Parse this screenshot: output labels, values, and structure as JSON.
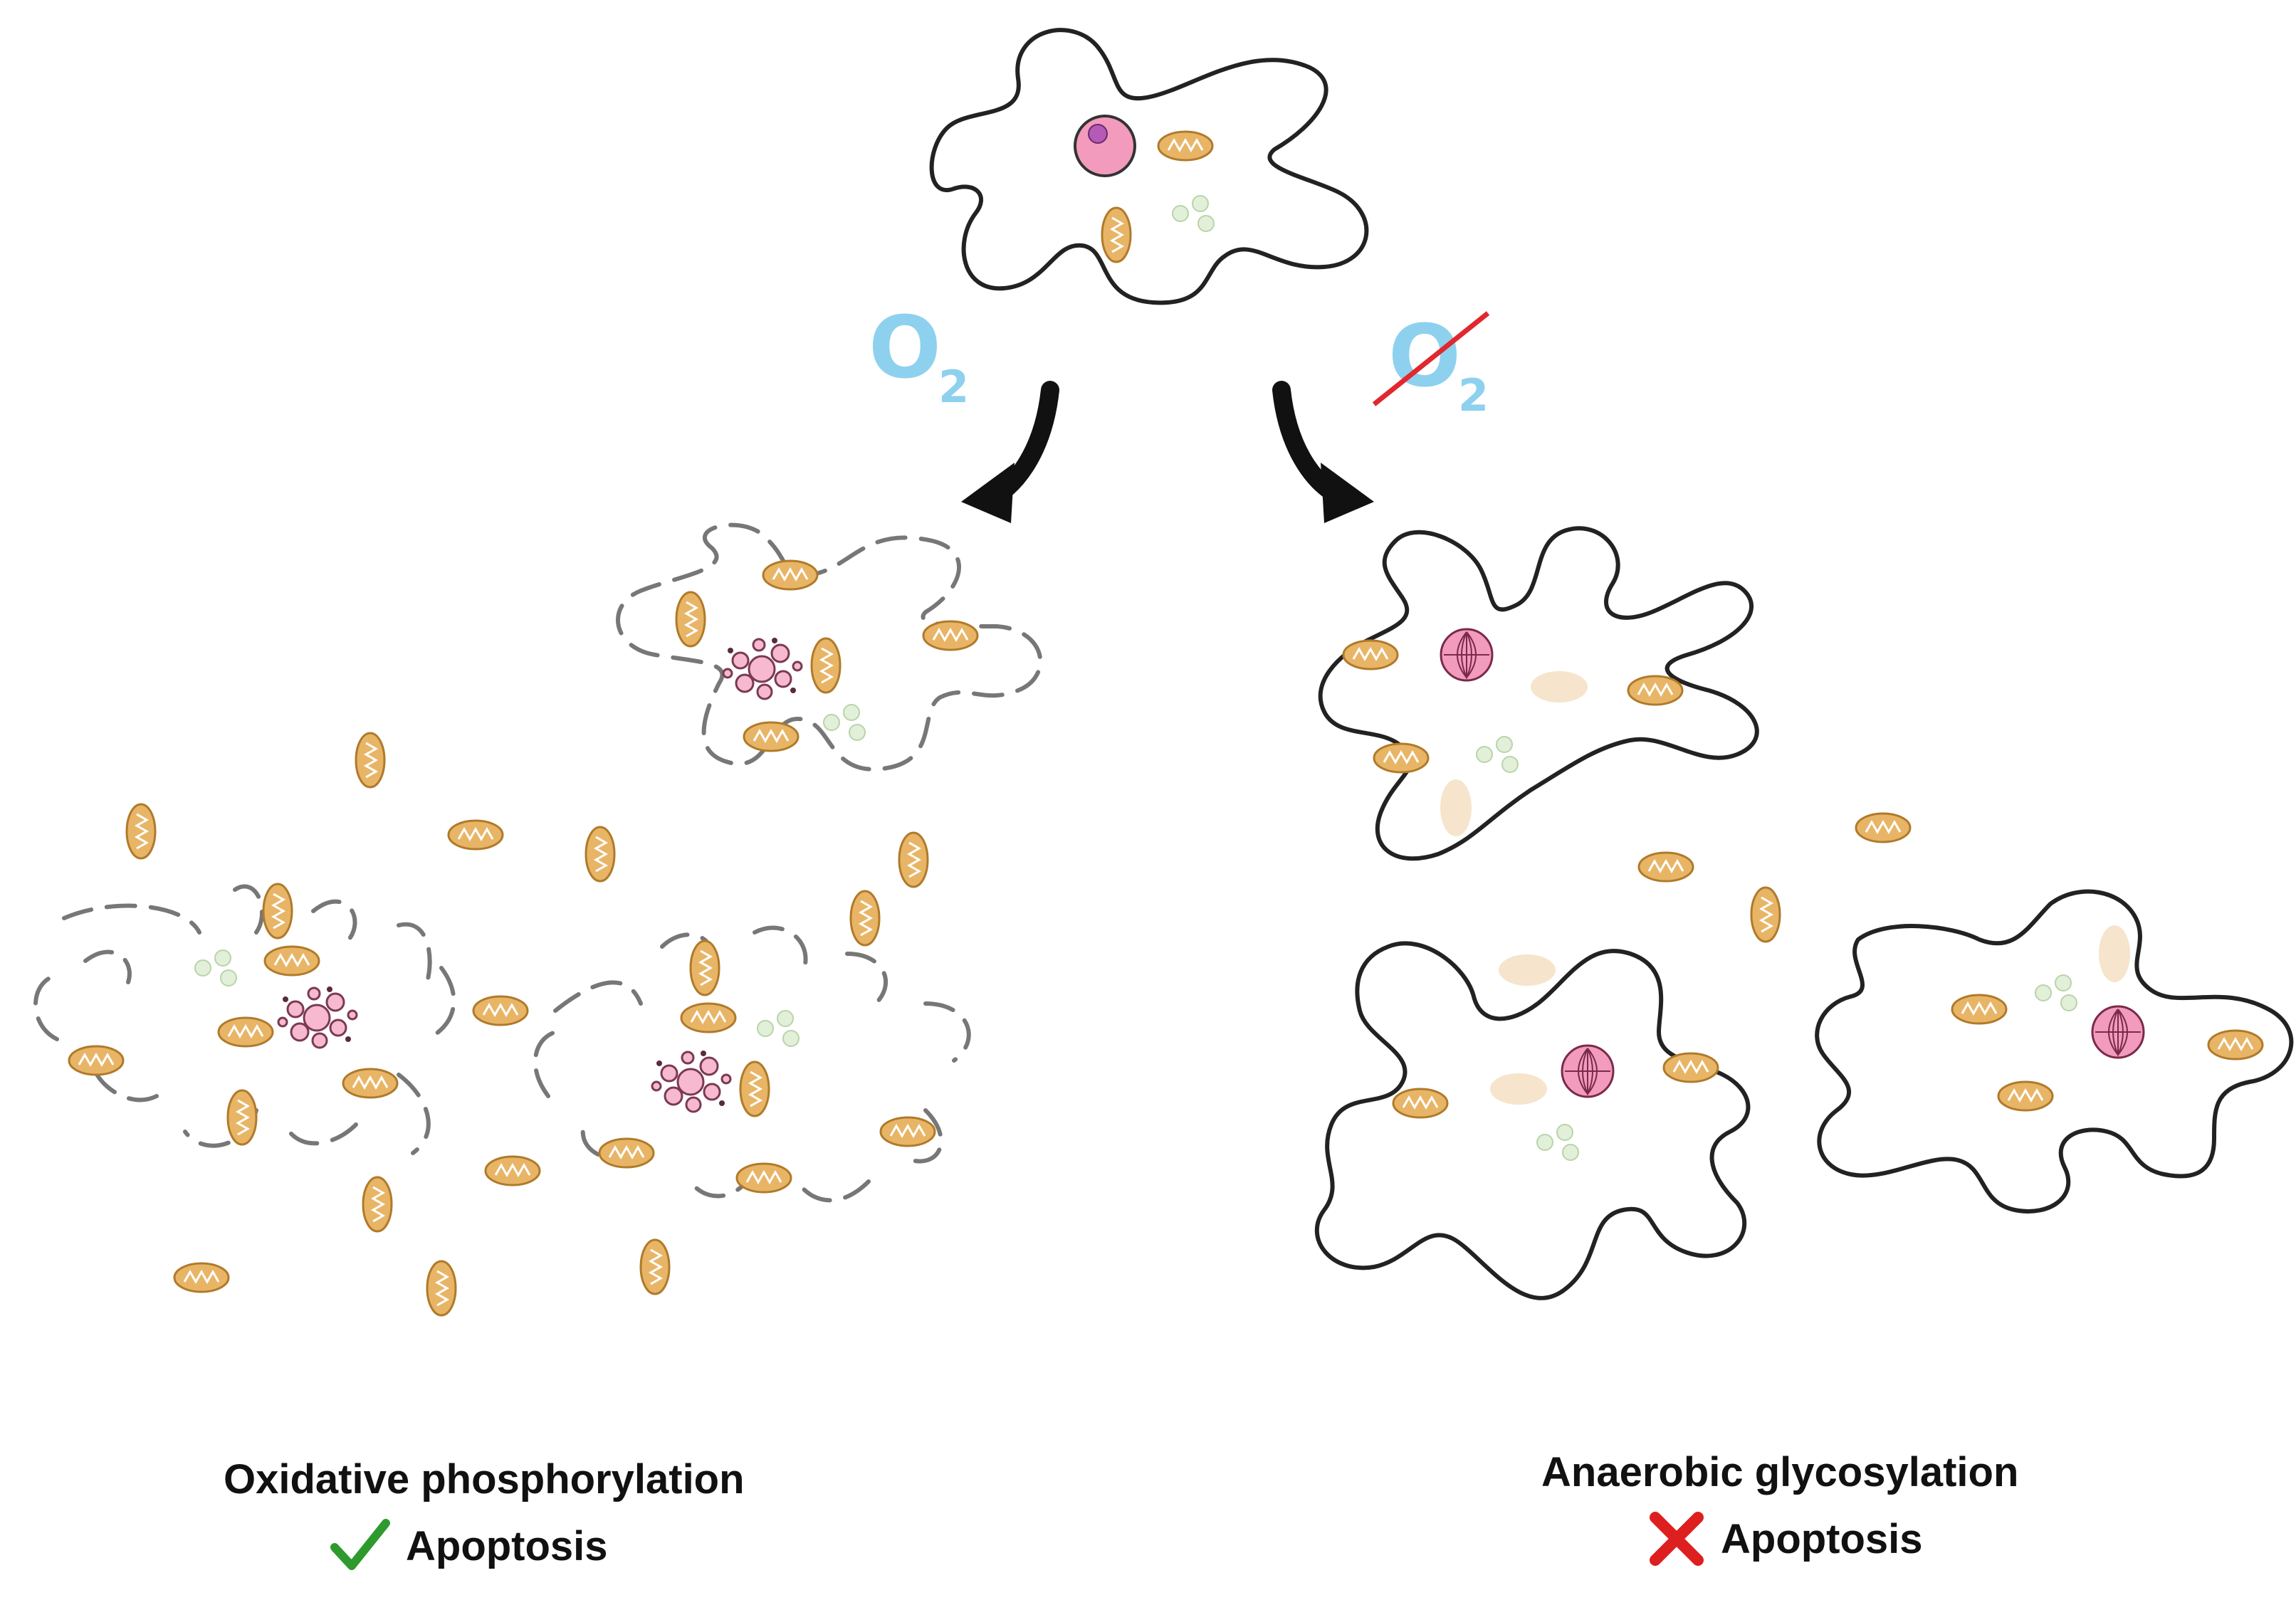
{
  "labels": {
    "o2_present": "O",
    "o2_present_sub": "2",
    "o2_absent": "O",
    "o2_absent_sub": "2",
    "left_title": "Oxidative phosphorylation",
    "left_outcome": "Apoptosis",
    "right_title": "Anaerobic glycosylation",
    "right_outcome": "Apoptosis"
  },
  "icons": {
    "left_outcome_icon": "check-mark-icon",
    "right_outcome_icon": "x-mark-icon"
  },
  "colors": {
    "o2": "#8ed1ee",
    "check": "#2e9a2e",
    "cross": "#dd1f1f",
    "strike": "#e0282e",
    "mitochondrion": "#e8b567",
    "mitochondrion_faded": "#f6e4cc",
    "nucleus": "#f39bbd",
    "nucleolus": "#b55ab6",
    "vesicle": "#e2efd9"
  }
}
